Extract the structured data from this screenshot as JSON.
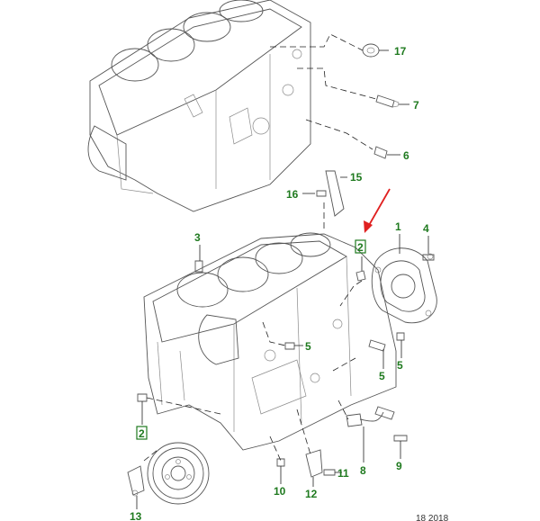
{
  "colors": {
    "callout": "#1f7a1f",
    "arrow": "#e02020",
    "line": "#222222"
  },
  "callouts": {
    "c1": "1",
    "c2a": "2",
    "c2b": "2",
    "c3": "3",
    "c4": "4",
    "c5a": "5",
    "c5b": "5",
    "c5c": "5",
    "c6": "6",
    "c7": "7",
    "c8": "8",
    "c9": "9",
    "c10": "10",
    "c11": "11",
    "c12": "12",
    "c13": "13",
    "c15": "15",
    "c16": "16",
    "c17": "17"
  },
  "footer": {
    "code": "18 2018"
  }
}
